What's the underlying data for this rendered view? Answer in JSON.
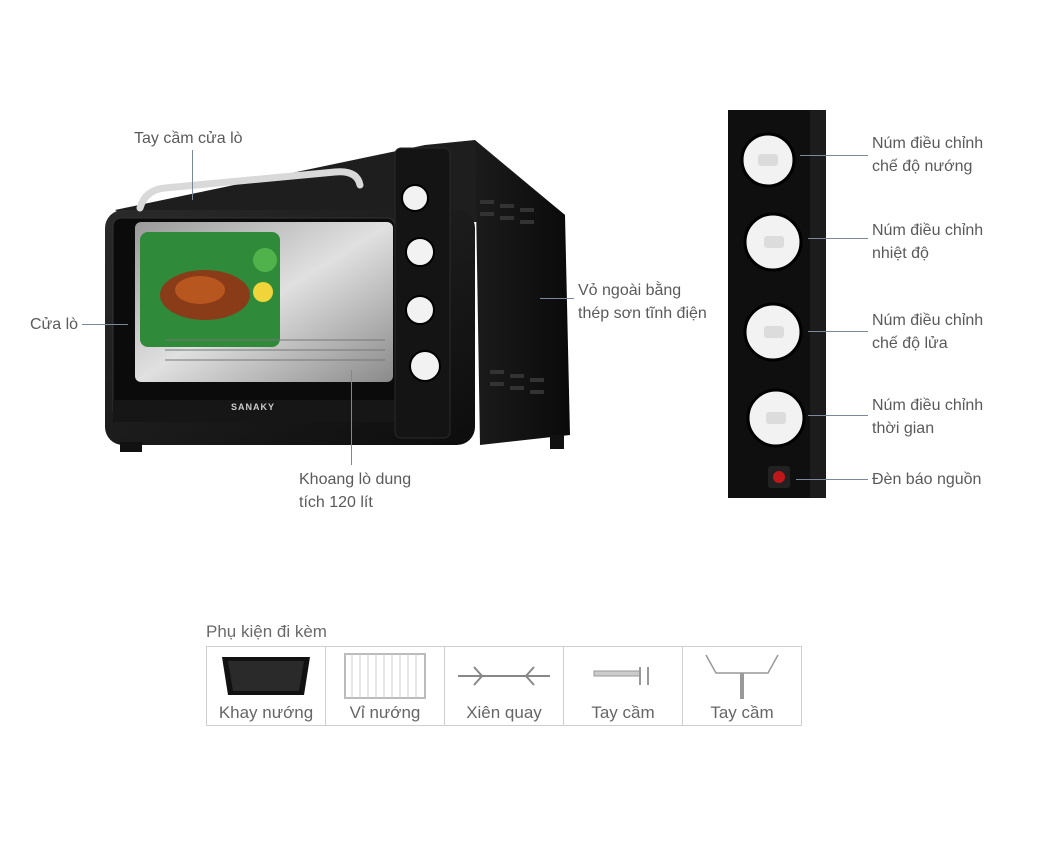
{
  "oven_labels": {
    "handle": "Tay cầm cửa lò",
    "door": "Cửa lò",
    "shell_line1": "Vỏ ngoài bằng",
    "shell_line2": "thép sơn tĩnh điện",
    "cavity_line1": "Khoang lò dung",
    "cavity_line2": "tích 120 lít"
  },
  "panel_labels": [
    {
      "line1": "Núm điều chỉnh",
      "line2": "chế độ nướng"
    },
    {
      "line1": "Núm điều chỉnh",
      "line2": "nhiệt độ"
    },
    {
      "line1": "Núm điều chỉnh",
      "line2": "chế độ lửa"
    },
    {
      "line1": "Núm điều chỉnh",
      "line2": "thời gian"
    },
    {
      "line1": "Đèn báo nguồn",
      "line2": ""
    }
  ],
  "brand": "SANAKY",
  "accessories": {
    "title": "Phụ kiện đi kèm",
    "items": [
      {
        "name": "Khay nướng"
      },
      {
        "name": "Vỉ nướng"
      },
      {
        "name": "Xiên quay"
      },
      {
        "name": "Tay cầm"
      },
      {
        "name": "Tay cầm"
      }
    ]
  },
  "colors": {
    "oven_body": "#1a1a1a",
    "knob": "#f2f2f2",
    "power_light": "#c0171b",
    "leader_line": "#7a8a9a"
  }
}
